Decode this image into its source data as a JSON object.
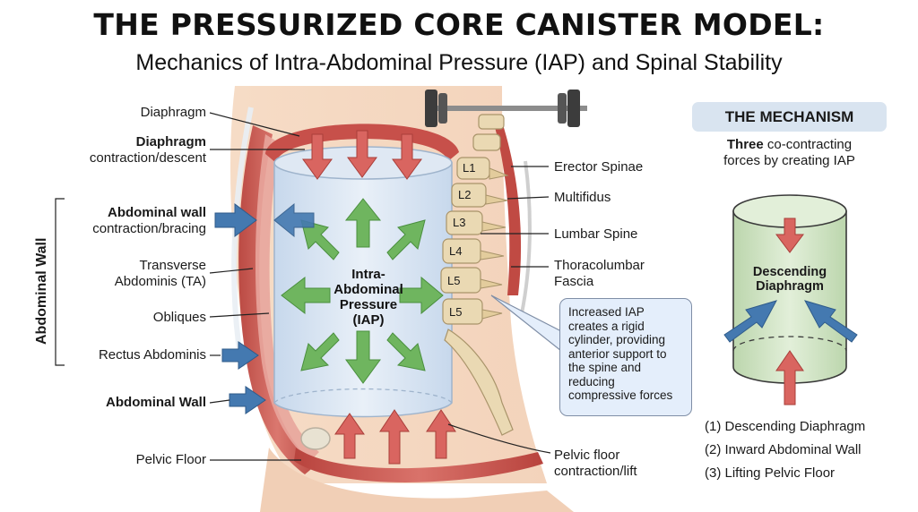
{
  "title": "THE PRESSURIZED CORE CANISTER MODEL:",
  "subtitle": "Mechanics of Intra-Abdominal Pressure (IAP) and Spinal Stability",
  "left_labels": {
    "diaphragm": "Diaphragm",
    "diaphragm_contraction_bold": "Diaphragm",
    "diaphragm_contraction_rest": "contraction/descent",
    "abdominal_wall_bold": "Abdominal wall",
    "abdominal_wall_rest": "contraction/bracing",
    "transverse_line1": "Transverse",
    "transverse_line2": "Abdominis (TA)",
    "obliques": "Obliques",
    "rectus": "Rectus Abdominis",
    "abdominal_wall_bottom": "Abdominal Wall",
    "pelvic_floor": "Pelvic Floor",
    "group_label": "Abdominal Wall"
  },
  "iap_label": [
    "Intra-",
    "Abdominal",
    "Pressure",
    "(IAP)"
  ],
  "vertebrae": [
    "L1",
    "L2",
    "L3",
    "L4",
    "L5",
    "L5"
  ],
  "right_labels": {
    "erector": "Erector Spinae",
    "multifidus": "Multifidus",
    "lumbar": "Lumbar Spine",
    "thoracolumbar_line1": "Thoracolumbar",
    "thoracolumbar_line2": "Fascia",
    "pelvic_floor_line1": "Pelvic floor",
    "pelvic_floor_line2": "contraction/lift"
  },
  "note": "Increased IAP creates a rigid cylinder, providing anterior support to the spine and reducing compressive forces",
  "mechanism": {
    "title": "THE MECHANISM",
    "desc_bold": "Three",
    "desc_rest": " co-contracting",
    "desc_line2": "forces by creating IAP",
    "cylinder_label_line1": "Descending",
    "cylinder_label_line2": "Diaphragm",
    "legend": [
      "(1) Descending Diaphragm",
      "(2) Inward Abdominal Wall",
      "(3) Lifting Pelvic Floor"
    ]
  },
  "colors": {
    "muscle_red": "#c8524b",
    "arrow_red": "#d35f5b",
    "arrow_green": "#69b35a",
    "arrow_blue": "#3f79b1",
    "cylinder_blue": "#dbe6f2",
    "bone": "#e6d6b0",
    "cylinder_green": "#cfe3c2"
  }
}
